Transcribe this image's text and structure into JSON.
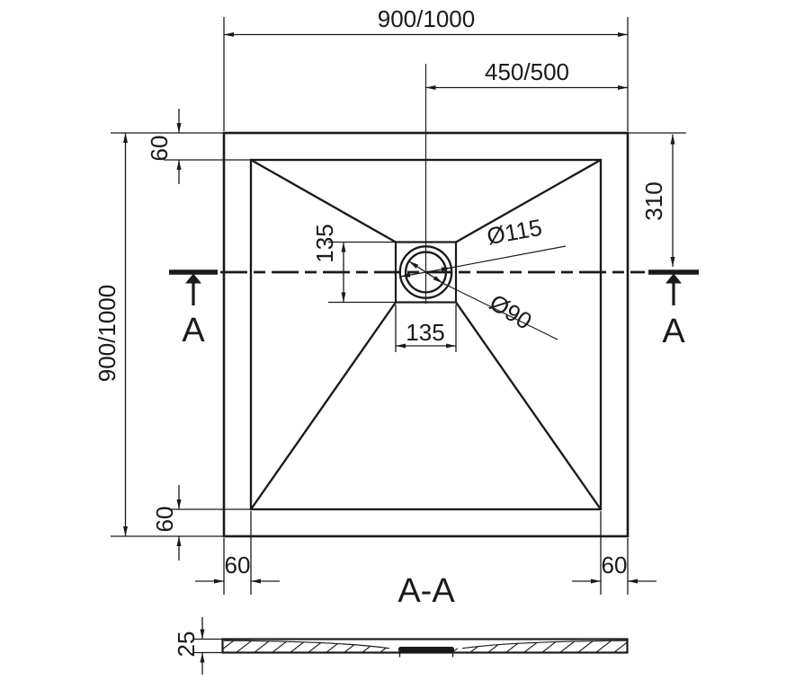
{
  "drawing": {
    "type": "shower-tray technical drawing, plan view and section",
    "colors": {
      "line": "#1a1a1a",
      "background": "#ffffff"
    },
    "plan": {
      "dim_overall_width": "900/1000",
      "dim_overall_depth": "900/1000",
      "dim_drain_center_from_right": "450/500",
      "dim_drain_center_from_top": "310",
      "dim_rim_top": "60",
      "dim_rim_bottom": "60",
      "dim_rim_left": "60",
      "dim_rim_right": "60",
      "dim_drain_box_height": "135",
      "dim_drain_box_width": "135",
      "dim_drain_outer_diameter": "Ø115",
      "dim_drain_inner_diameter": "Ø90",
      "cut_letter_left": "A",
      "cut_letter_right": "A"
    },
    "section": {
      "title": "A-A",
      "dim_thickness": "25"
    }
  }
}
